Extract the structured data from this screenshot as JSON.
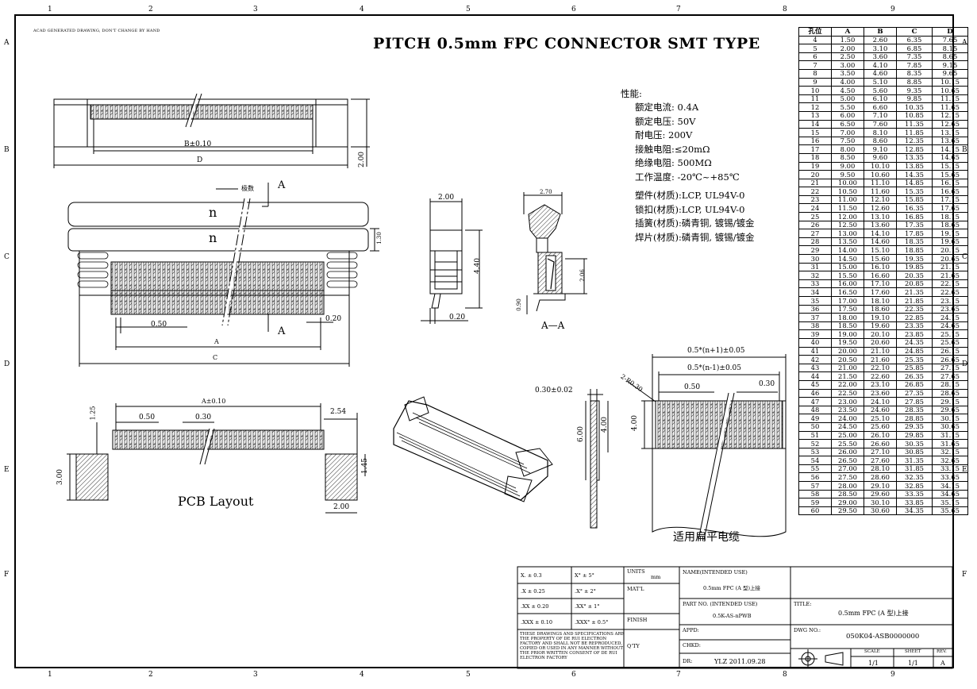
{
  "header": {
    "note": "ACAD GENERATED DRAWING, DON'T CHANGE BY HAND",
    "title": "PITCH 0.5mm FPC CONNECTOR SMT TYPE"
  },
  "zones": {
    "cols": [
      "1",
      "2",
      "3",
      "4",
      "5",
      "6",
      "7",
      "8",
      "9"
    ],
    "rows": [
      "A",
      "B",
      "C",
      "D",
      "E",
      "F"
    ]
  },
  "specs": {
    "heading": "性能:",
    "lines": [
      "额定电流: 0.4A",
      "额定电压: 50V",
      "耐电压: 200V",
      "接触电阻:≤20mΩ",
      "绝缘电阻: 500MΩ",
      "工作温度: -20℃~+85℃"
    ],
    "materials": [
      "塑件(材质):LCP, UL94V-0",
      "锁扣(材质):LCP, UL94V-0",
      "插簧(材质):磷青铜, 镀锡/镀金",
      "焊片(材质):磷青铜, 镀锡/镀金"
    ]
  },
  "dim_table": {
    "headers": [
      "孔位",
      "A",
      "B",
      "C",
      "D"
    ],
    "rows": [
      [
        "4",
        "1.50",
        "2.60",
        "6.35",
        "7.65"
      ],
      [
        "5",
        "2.00",
        "3.10",
        "6.85",
        "8.15"
      ],
      [
        "6",
        "2.50",
        "3.60",
        "7.35",
        "8.65"
      ],
      [
        "7",
        "3.00",
        "4.10",
        "7.85",
        "9.15"
      ],
      [
        "8",
        "3.50",
        "4.60",
        "8.35",
        "9.65"
      ],
      [
        "9",
        "4.00",
        "5.10",
        "8.85",
        "10.15"
      ],
      [
        "10",
        "4.50",
        "5.60",
        "9.35",
        "10.65"
      ],
      [
        "11",
        "5.00",
        "6.10",
        "9.85",
        "11.15"
      ],
      [
        "12",
        "5.50",
        "6.60",
        "10.35",
        "11.65"
      ],
      [
        "13",
        "6.00",
        "7.10",
        "10.85",
        "12.15"
      ],
      [
        "14",
        "6.50",
        "7.60",
        "11.35",
        "12.65"
      ],
      [
        "15",
        "7.00",
        "8.10",
        "11.85",
        "13.15"
      ],
      [
        "16",
        "7.50",
        "8.60",
        "12.35",
        "13.65"
      ],
      [
        "17",
        "8.00",
        "9.10",
        "12.85",
        "14.15"
      ],
      [
        "18",
        "8.50",
        "9.60",
        "13.35",
        "14.65"
      ],
      [
        "19",
        "9.00",
        "10.10",
        "13.85",
        "15.15"
      ],
      [
        "20",
        "9.50",
        "10.60",
        "14.35",
        "15.65"
      ],
      [
        "21",
        "10.00",
        "11.10",
        "14.85",
        "16.15"
      ],
      [
        "22",
        "10.50",
        "11.60",
        "15.35",
        "16.65"
      ],
      [
        "23",
        "11.00",
        "12.10",
        "15.85",
        "17.15"
      ],
      [
        "24",
        "11.50",
        "12.60",
        "16.35",
        "17.65"
      ],
      [
        "25",
        "12.00",
        "13.10",
        "16.85",
        "18.15"
      ],
      [
        "26",
        "12.50",
        "13.60",
        "17.35",
        "18.65"
      ],
      [
        "27",
        "13.00",
        "14.10",
        "17.85",
        "19.15"
      ],
      [
        "28",
        "13.50",
        "14.60",
        "18.35",
        "19.65"
      ],
      [
        "29",
        "14.00",
        "15.10",
        "18.85",
        "20.15"
      ],
      [
        "30",
        "14.50",
        "15.60",
        "19.35",
        "20.65"
      ],
      [
        "31",
        "15.00",
        "16.10",
        "19.85",
        "21.15"
      ],
      [
        "32",
        "15.50",
        "16.60",
        "20.35",
        "21.65"
      ],
      [
        "33",
        "16.00",
        "17.10",
        "20.85",
        "22.15"
      ],
      [
        "34",
        "16.50",
        "17.60",
        "21.35",
        "22.65"
      ],
      [
        "35",
        "17.00",
        "18.10",
        "21.85",
        "23.15"
      ],
      [
        "36",
        "17.50",
        "18.60",
        "22.35",
        "23.65"
      ],
      [
        "37",
        "18.00",
        "19.10",
        "22.85",
        "24.15"
      ],
      [
        "38",
        "18.50",
        "19.60",
        "23.35",
        "24.65"
      ],
      [
        "39",
        "19.00",
        "20.10",
        "23.85",
        "25.15"
      ],
      [
        "40",
        "19.50",
        "20.60",
        "24.35",
        "25.65"
      ],
      [
        "41",
        "20.00",
        "21.10",
        "24.85",
        "26.15"
      ],
      [
        "42",
        "20.50",
        "21.60",
        "25.35",
        "26.65"
      ],
      [
        "43",
        "21.00",
        "22.10",
        "25.85",
        "27.15"
      ],
      [
        "44",
        "21.50",
        "22.60",
        "26.35",
        "27.65"
      ],
      [
        "45",
        "22.00",
        "23.10",
        "26.85",
        "28.15"
      ],
      [
        "46",
        "22.50",
        "23.60",
        "27.35",
        "28.65"
      ],
      [
        "47",
        "23.00",
        "24.10",
        "27.85",
        "29.15"
      ],
      [
        "48",
        "23.50",
        "24.60",
        "28.35",
        "29.65"
      ],
      [
        "49",
        "24.00",
        "25.10",
        "28.85",
        "30.15"
      ],
      [
        "50",
        "24.50",
        "25.60",
        "29.35",
        "30.65"
      ],
      [
        "51",
        "25.00",
        "26.10",
        "29.85",
        "31.15"
      ],
      [
        "52",
        "25.50",
        "26.60",
        "30.35",
        "31.65"
      ],
      [
        "53",
        "26.00",
        "27.10",
        "30.85",
        "32.15"
      ],
      [
        "54",
        "26.50",
        "27.60",
        "31.35",
        "32.65"
      ],
      [
        "55",
        "27.00",
        "28.10",
        "31.85",
        "33.15"
      ],
      [
        "56",
        "27.50",
        "28.60",
        "32.35",
        "33.65"
      ],
      [
        "57",
        "28.00",
        "29.10",
        "32.85",
        "34.15"
      ],
      [
        "58",
        "28.50",
        "29.60",
        "33.35",
        "34.65"
      ],
      [
        "59",
        "29.00",
        "30.10",
        "33.85",
        "35.15"
      ],
      [
        "60",
        "29.50",
        "30.60",
        "34.35",
        "35.65"
      ]
    ]
  },
  "dims": {
    "top_b": "B±0.10",
    "top_d": "D",
    "top_h": "2.00",
    "front_n1": "n",
    "front_n2": "n",
    "front_pole": "极数",
    "front_a_top": "A",
    "front_a_bot": "A",
    "front_130": "1.30",
    "front_050": "0.50",
    "front_020": "0.20",
    "front_A": "A",
    "front_C": "C",
    "side_200": "2.00",
    "side_440": "4.40",
    "side_020": "0.20",
    "sec_270": "2.70",
    "sec_206": "2.06",
    "sec_090": "0.90",
    "sec_label": "A—A",
    "pcb_a": "A±0.10",
    "pcb_050": "0.50",
    "pcb_030": "0.30",
    "pcb_254": "2.54",
    "pcb_125": "1.25",
    "pcb_300": "3.00",
    "pcb_145": "1.45",
    "pcb_200": "2.00",
    "pcb_label": "PCB Layout",
    "fpc_thk": "0.30±0.02",
    "fpc_600": "6.00",
    "fpc_400a": "4.00",
    "fpc_w1": "0.5*(n+1)±0.05",
    "fpc_w2": "0.5*(n-1)±0.05",
    "fpc_050": "0.50",
    "fpc_030": "0.30",
    "fpc_r": "2-R0.30",
    "fpc_400b": "4.00",
    "fpc_label": "适用扁平电缆"
  },
  "title_block": {
    "tol1": "X. ± 0.3",
    "tol2": ".X ± 0.25",
    "tol3": ".XX ± 0.20",
    "tol4": ".XXX ± 0.10",
    "ang1": "X° ± 5°",
    "ang2": ".X° ± 2°",
    "ang3": ".XX° ± 1°",
    "ang4": ".XXX° ± 0.5°",
    "units_label": "UNITS",
    "units_val": "mm",
    "matl": "MAT'L",
    "finish": "FINISH",
    "qty": "Q'TY",
    "disclaimer": [
      "THESE DRAWINGS AND SPECIFICATIONS ARE",
      "THE PROPERTY OF DE RUI ELECTRON",
      "FACTORY AND SHALL NOT BE REPRODUCED,",
      "COPIED OR USED IN ANY MANNER WITHOUT",
      "THE PRIOR WRITTEN CONSENT OF DE RUI",
      "ELECTRON FACTORY"
    ],
    "name_label": "NAME(INTENDED USE)",
    "name_val": "0.5mm FPC (A 型)上接",
    "part_label": "PART NO. (INTENDED USE)",
    "part_val": "0.5K-AS-nPWB",
    "appd": "APPD:",
    "chkd": "CHKD:",
    "dr": "DR:",
    "dr_val": "YLZ 2011.09.28",
    "title_label": "TITLE:",
    "title_val": "0.5mm FPC (A 型)上接",
    "dwg_label": "DWG NO.:",
    "dwg_val": "050K04-ASB0000000",
    "scale": "SCALE",
    "scale_val": "1/1",
    "sheet": "SHEET",
    "sheet_val": "1/1",
    "rev": "REV.",
    "rev_val": "A"
  }
}
